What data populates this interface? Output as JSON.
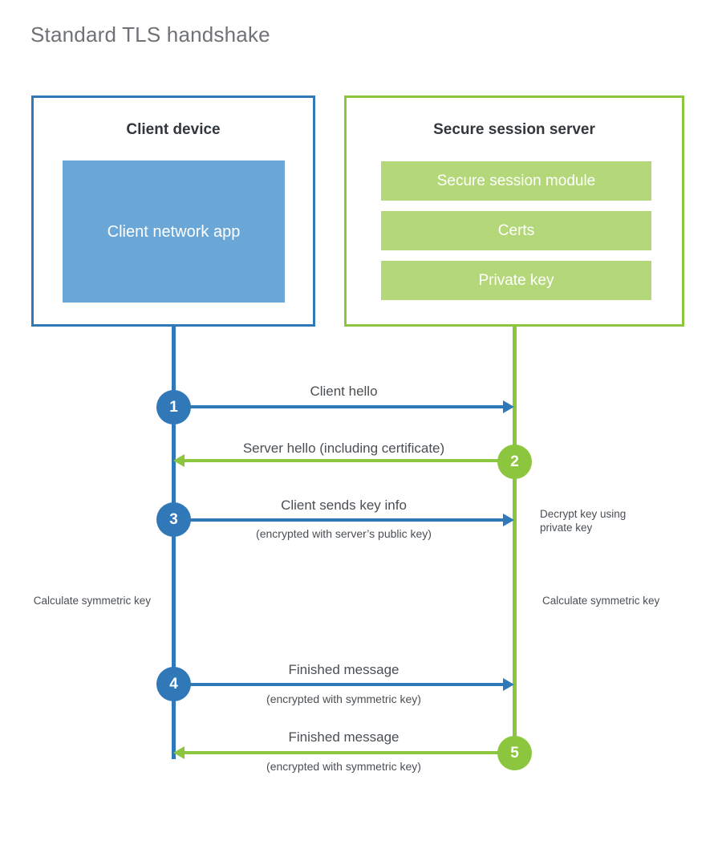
{
  "title": "Standard TLS handshake",
  "colors": {
    "client_blue": "#3178b8",
    "client_app_fill": "#6ba7d6",
    "server_green": "#8cc63e",
    "server_bar_fill": "#b4d77a",
    "text_gray": "#4a4f54",
    "title_gray": "#6f7276"
  },
  "client": {
    "title": "Client device",
    "app_label": "Client network app"
  },
  "server": {
    "title": "Secure session server",
    "modules": [
      {
        "label": "Secure session module"
      },
      {
        "label": "Certs"
      },
      {
        "label": "Private key"
      }
    ]
  },
  "steps": [
    {
      "number": "1",
      "label": "Client hello",
      "sublabel": "",
      "direction": "client-to-server",
      "color": "blue"
    },
    {
      "number": "2",
      "label": "Server hello (including certificate)",
      "sublabel": "",
      "direction": "server-to-client",
      "color": "green"
    },
    {
      "number": "3",
      "label": "Client sends key info",
      "sublabel": "(encrypted with server’s public key)",
      "direction": "client-to-server",
      "color": "blue"
    },
    {
      "number": "4",
      "label": "Finished message",
      "sublabel": "(encrypted with symmetric key)",
      "direction": "client-to-server",
      "color": "blue"
    },
    {
      "number": "5",
      "label": "Finished message",
      "sublabel": "(encrypted with symmetric key)",
      "direction": "server-to-client",
      "color": "green"
    }
  ],
  "annotations": {
    "server_decrypt": "Decrypt key using private key",
    "client_calculate": "Calculate symmetric key",
    "server_calculate": "Calculate symmetric key"
  }
}
